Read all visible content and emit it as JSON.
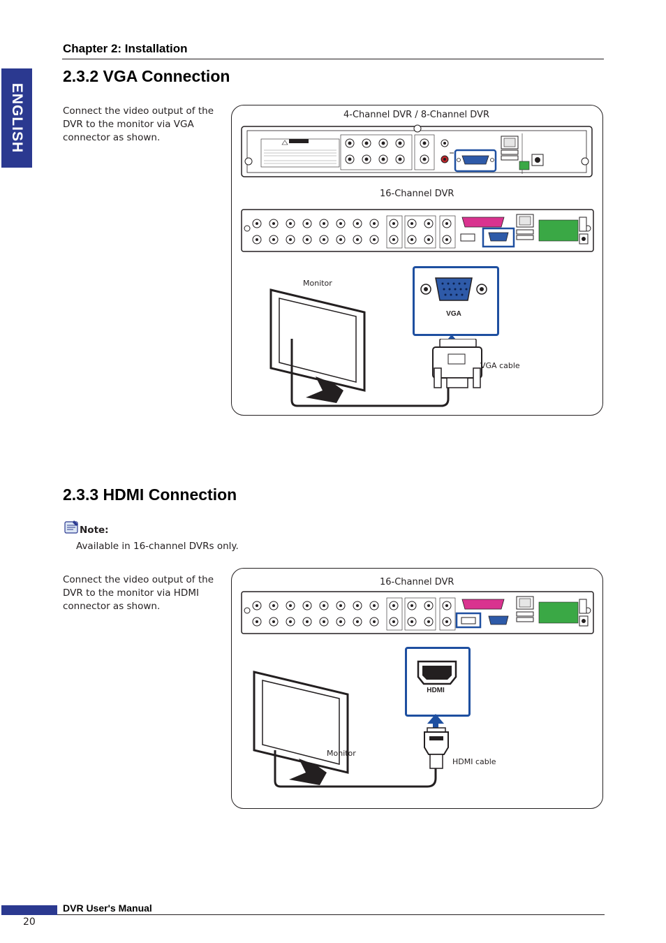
{
  "side_tab": "ENGLISH",
  "chapter": "Chapter 2: Installation",
  "section_vga": {
    "heading": "2.3.2 VGA Connection",
    "body": "Connect the video output of the DVR to the monitor via VGA connector as shown.",
    "captions": {
      "dvr_4_8": "4-Channel DVR / 8-Channel DVR",
      "dvr_16": "16-Channel DVR",
      "monitor": "Monitor",
      "vga_label": "VGA",
      "vga_cable": "VGA cable"
    }
  },
  "section_hdmi": {
    "heading": "2.3.3 HDMI Connection",
    "note_label": "Note:",
    "note_text": "Available in 16-channel DVRs only.",
    "body": "Connect the video output of the DVR to the monitor via HDMI connector as shown.",
    "captions": {
      "dvr_16": "16-Channel DVR",
      "hdmi_label": "HDMI",
      "monitor": "Monitor",
      "hdmi_cable": "HDMI cable"
    }
  },
  "footer": {
    "title": "DVR User's Manual",
    "page_number": "20"
  },
  "colors": {
    "brand_blue": "#2b3990",
    "connector_blue": "#1e4fa0",
    "vga_port_blue": "#2e5aa8"
  }
}
